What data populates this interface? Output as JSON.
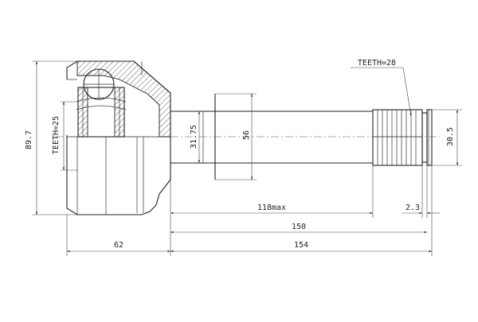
{
  "drawing": {
    "labels": {
      "teeth_outer": "TEETH=28",
      "teeth_inner": "TEETH=25",
      "height_total": "89.7",
      "dia_seat": "31.75",
      "dia_shaft": "56",
      "dia_spline": "30.5",
      "len_shaft": "118max",
      "len_groove": "2.3",
      "len_stem": "150",
      "len_housing": "62",
      "len_total": "154"
    }
  }
}
